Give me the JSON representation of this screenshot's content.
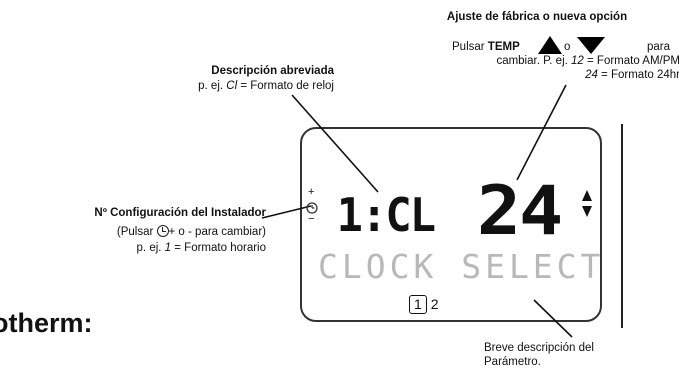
{
  "annotations": {
    "factory": {
      "title": "Ajuste de fábrica o nueva opción",
      "press_prefix": "Pulsar ",
      "press_key": "TEMP",
      "or_word": "o",
      "to_word": "para",
      "line2_a": "cambiar. P. ej. ",
      "line2_num": "12",
      "line2_b": " = Formato AM/PM",
      "line3_num": "24",
      "line3_b": " = Formato 24hr"
    },
    "short_desc": {
      "title": "Descripción abreviada",
      "line_a": "p. ej. ",
      "line_code": "Cl",
      "line_b": " = Formato de reloj"
    },
    "installer": {
      "title": "Nº Configuración del Instalador",
      "line1_a": "(Pulsar ",
      "line1_b": "+ o - para cambiar)",
      "line2_a": "p. ej. ",
      "line2_num": "1",
      "line2_b": " = Formato horario"
    },
    "param": {
      "line1": "Breve descripción del",
      "line2": "Parámetro."
    }
  },
  "display": {
    "code": "1:CL",
    "value": "24",
    "text": "CLOCK SELECT",
    "page_boxed": "1",
    "page_other": "2",
    "plus": "+",
    "minus": "−"
  },
  "cutoff_text": "otherm:",
  "icons": [
    "up-triangle-icon",
    "down-triangle-icon",
    "clock-icon",
    "up-down-arrows-icon"
  ]
}
